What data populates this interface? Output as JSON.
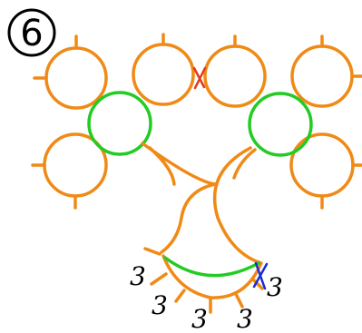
{
  "step": {
    "number": "6"
  },
  "labels": {
    "count_a": "3",
    "count_b": "3",
    "count_c": "3",
    "count_d": "3",
    "count_e": "3"
  },
  "colors": {
    "orange": "#f08a16",
    "green": "#22cc22",
    "red": "#e23a1a",
    "blue": "#1a2ad6",
    "ink": "#000000"
  }
}
